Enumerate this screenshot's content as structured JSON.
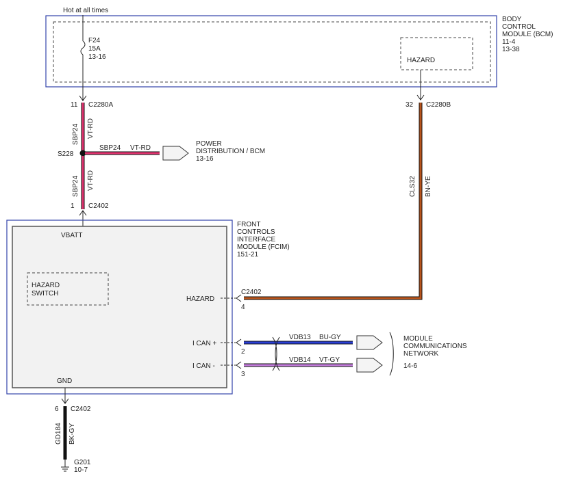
{
  "source_label": "Hot at all times",
  "bcm": {
    "name_lines": [
      "BODY",
      "CONTROL",
      "MODULE (BCM)"
    ],
    "refs": [
      "11-4",
      "13-38"
    ],
    "hazard_label": "HAZARD"
  },
  "fuse": {
    "id": "F24",
    "rating": "15A",
    "ref": "13-16"
  },
  "connectors": {
    "c2280a": {
      "pin": "11",
      "name": "C2280A"
    },
    "c2280b": {
      "pin": "32",
      "name": "C2280B"
    },
    "c2402_top": {
      "pin": "1",
      "name": "C2402"
    },
    "c2402_hazard": {
      "pin": "4",
      "name": "C2402"
    },
    "c2402_ican_plus_pin": "2",
    "c2402_ican_minus_pin": "3",
    "c2402_gnd": {
      "pin": "6",
      "name": "C2402"
    }
  },
  "splice": "S228",
  "wires": {
    "sbp24_upper": {
      "circuit": "SBP24",
      "color": "VT-RD"
    },
    "sbp24_branch": {
      "circuit": "SBP24",
      "color": "VT-RD"
    },
    "sbp24_lower": {
      "circuit": "SBP24",
      "color": "VT-RD"
    },
    "cls32": {
      "circuit": "CLS32",
      "color": "BN-YE"
    },
    "vdb13": {
      "circuit": "VDB13",
      "color": "BU-GY"
    },
    "vdb14": {
      "circuit": "VDB14",
      "color": "VT-GY"
    },
    "gd184": {
      "circuit": "GD184",
      "color": "BK-GY"
    }
  },
  "power_dist": {
    "lines": [
      "POWER",
      "DISTRIBUTION / BCM"
    ],
    "ref": "13-16"
  },
  "fcim": {
    "name_lines": [
      "FRONT",
      "CONTROLS",
      "INTERFACE",
      "MODULE (FCIM)"
    ],
    "ref": "151-21",
    "vbatt": "VBATT",
    "gnd": "GND",
    "hazard_pin_label": "HAZARD",
    "ican_plus": "I CAN +",
    "ican_minus": "I CAN -",
    "hazard_switch_lines": [
      "HAZARD",
      "SWITCH"
    ]
  },
  "network": {
    "lines": [
      "MODULE",
      "COMMUNICATIONS",
      "NETWORK"
    ],
    "ref": "14-6"
  },
  "ground": {
    "id": "G201",
    "ref": "10-7"
  },
  "colors": {
    "vt_rd": "#e0336f",
    "bn_ye": "#b8541c",
    "bu_gy": "#2b3fd6",
    "vt_gy": "#c07ad8",
    "bk_gy": "#111111",
    "module_border": "#3344aa"
  }
}
